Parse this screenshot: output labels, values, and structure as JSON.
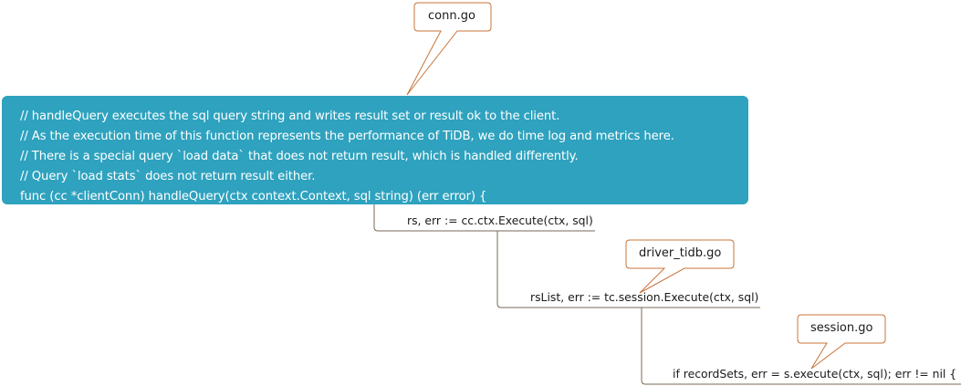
{
  "root": {
    "lines": [
      "// handleQuery executes the sql query string and writes result set or result ok to the client.",
      "// As the execution time of this function represents the performance of TiDB, we do time log and metrics here.",
      "// There is a special query `load data` that does not return result, which is handled differently.",
      "// Query `load stats` does not return result either.",
      "func (cc *clientConn) handleQuery(ctx context.Context, sql string) (err error) {"
    ]
  },
  "nodes": [
    {
      "text": "rs, err := cc.ctx.Execute(ctx, sql)"
    },
    {
      "text": "rsList, err := tc.session.Execute(ctx, sql)"
    },
    {
      "text": "if recordSets, err = s.execute(ctx, sql); err != nil {"
    }
  ],
  "callouts": [
    {
      "text": "conn.go"
    },
    {
      "text": "driver_tidb.go"
    },
    {
      "text": "session.go"
    }
  ],
  "colors": {
    "root_fill": "#2ea2be",
    "root_text": "#ffffff",
    "connector": "#7a6a5a",
    "callout_border": "#c8743a"
  }
}
